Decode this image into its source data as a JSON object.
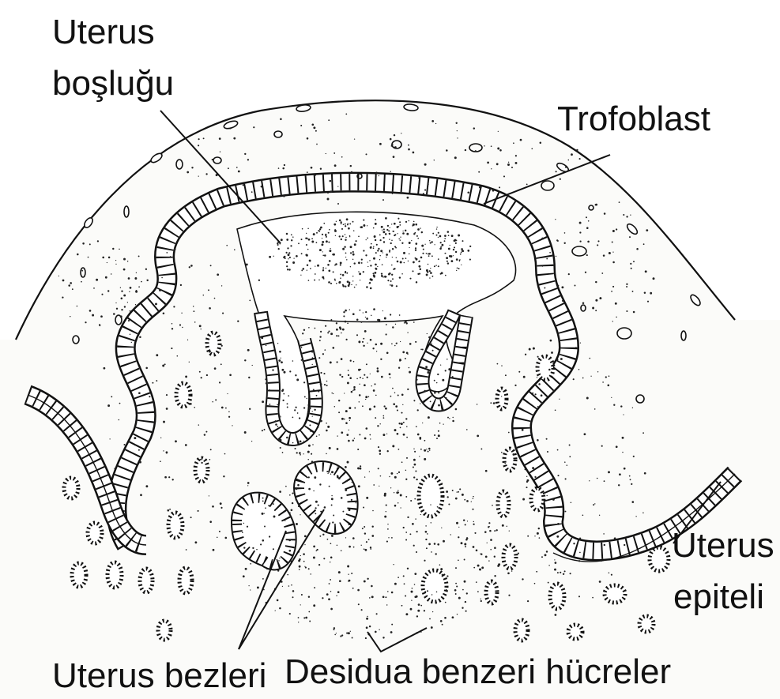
{
  "labels": {
    "uterus_bosluk_line1": "Uterus",
    "uterus_bosluk_line2": "boşluğu",
    "trofoblast": "Trofoblast",
    "uterus_epiteli_line1": "Uterus",
    "uterus_epiteli_line2": "epiteli",
    "uterus_bezleri": "Uterus bezleri",
    "desidua": "Desidua benzeri hücreler"
  },
  "colors": {
    "ink": "#111111",
    "paper": "#ffffff",
    "tissue": "#fbfbf9",
    "cell_fill": "#ffffff"
  }
}
